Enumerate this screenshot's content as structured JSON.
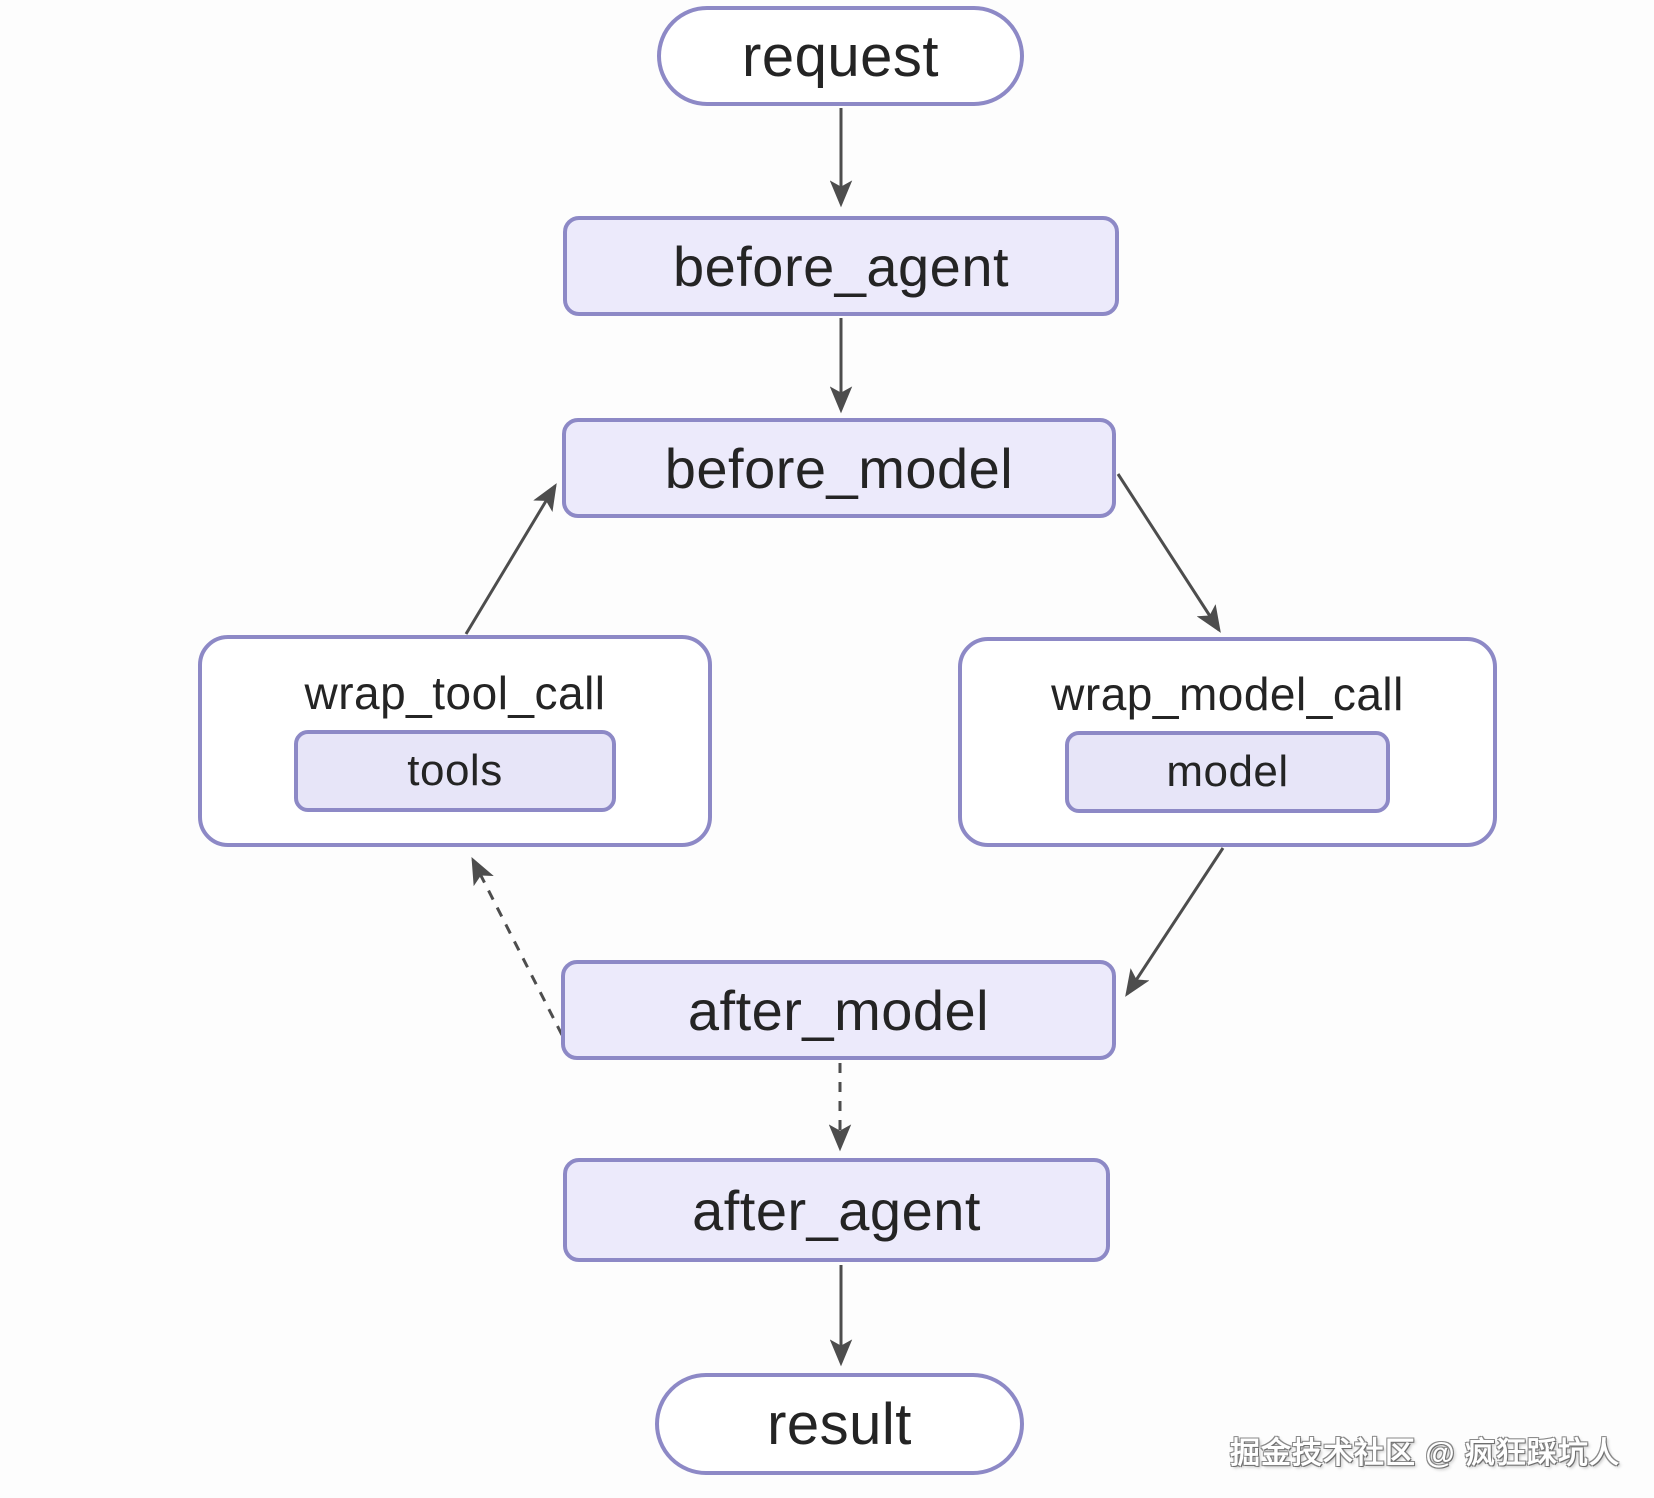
{
  "diagram": {
    "nodes": {
      "request": {
        "label": "request",
        "shape": "pill"
      },
      "before_agent": {
        "label": "before_agent",
        "shape": "rect"
      },
      "before_model": {
        "label": "before_model",
        "shape": "rect"
      },
      "wrap_tool_call": {
        "label": "wrap_tool_call",
        "shape": "group",
        "inner": {
          "label": "tools"
        }
      },
      "wrap_model_call": {
        "label": "wrap_model_call",
        "shape": "group",
        "inner": {
          "label": "model"
        }
      },
      "after_model": {
        "label": "after_model",
        "shape": "rect"
      },
      "after_agent": {
        "label": "after_agent",
        "shape": "rect"
      },
      "result": {
        "label": "result",
        "shape": "pill"
      }
    },
    "edges": [
      {
        "from": "request",
        "to": "before_agent",
        "style": "solid"
      },
      {
        "from": "before_agent",
        "to": "before_model",
        "style": "solid"
      },
      {
        "from": "before_model",
        "to": "wrap_model_call",
        "style": "solid"
      },
      {
        "from": "wrap_model_call",
        "to": "after_model",
        "style": "solid"
      },
      {
        "from": "wrap_tool_call",
        "to": "before_model",
        "style": "solid"
      },
      {
        "from": "after_model",
        "to": "wrap_tool_call",
        "style": "dashed"
      },
      {
        "from": "after_model",
        "to": "after_agent",
        "style": "dashed"
      },
      {
        "from": "after_agent",
        "to": "result",
        "style": "solid"
      }
    ]
  },
  "watermark": {
    "text": "掘金技术社区 @ 疯狂踩坑人"
  },
  "colors": {
    "node_border": "#8d89c6",
    "node_fill_lavender": "#eceafb",
    "node_fill_white": "#ffffff",
    "arrow": "#4d4d4d",
    "text": "#242424",
    "background": "#fdfdfd"
  }
}
